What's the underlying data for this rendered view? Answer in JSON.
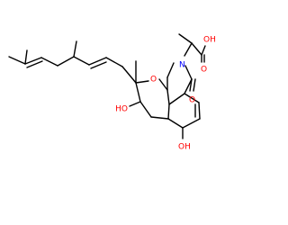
{
  "molecule": {
    "colors": {
      "bond": "#000000",
      "oxygen": "#ff0000",
      "nitrogen": "#0000ff",
      "carbon": "#000000"
    },
    "atom_labels": [
      {
        "id": "o-ring-ether",
        "text": "O",
        "element": "oxygen"
      },
      {
        "id": "n-lactam",
        "text": "N",
        "element": "nitrogen"
      },
      {
        "id": "o-lactam-carbonyl",
        "text": "O",
        "element": "oxygen"
      },
      {
        "id": "o-acid-carbonyl",
        "text": "O",
        "element": "oxygen"
      },
      {
        "id": "oh-acid",
        "text": "OH",
        "element": "oxygen"
      },
      {
        "id": "oh-ring-aliphatic",
        "text": "HO",
        "element": "oxygen"
      },
      {
        "id": "oh-phenol",
        "text": "OH",
        "element": "oxygen"
      }
    ]
  }
}
